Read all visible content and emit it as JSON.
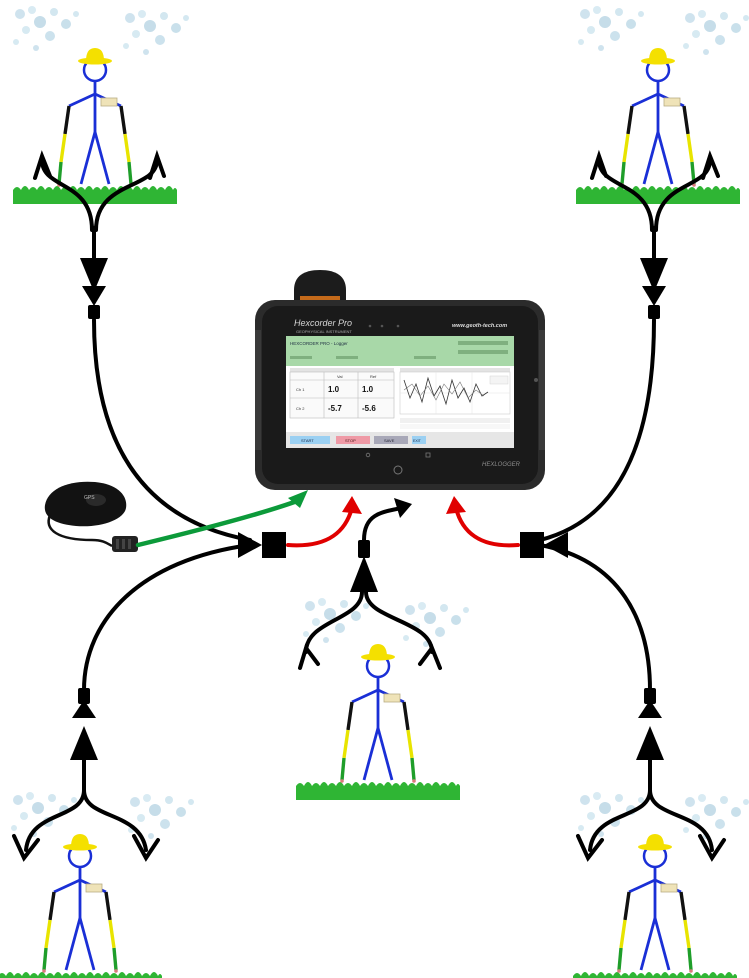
{
  "device": {
    "brand_title": "Hexcorder Pro",
    "brand_subtitle": "GEOPHYSICAL INSTRUMENT",
    "url": "www.geoth-tech.com",
    "bottom_logo": "HEXLOGGER",
    "screen": {
      "app_title": "HEXCORDER PRO - Logger",
      "table_col_a": "Val",
      "table_col_b": "Ref",
      "row1_label": "Ch 1",
      "row1_val": "1.0",
      "row1_ref": "1.0",
      "row2_label": "Ch 2",
      "row2_val": "-5.7",
      "row2_ref": "-5.6",
      "btn_start": "START",
      "btn_stop": "STOP",
      "btn_save": "SAVE",
      "btn_exit": "EXIT"
    }
  },
  "colors": {
    "figure_outline": "#1a2fd6",
    "hat": "#f4e000",
    "probe_yellow": "#e8e400",
    "probe_green": "#1f9e2a",
    "grass": "#2fb534",
    "red_link": "#e00000",
    "green_link": "#0c9a3a",
    "screen_header": "#a8d8a8"
  },
  "icons": {
    "surveyor": "surveyor-figure-icon",
    "gps": "gps-antenna-icon",
    "connector": "cable-connector-icon",
    "arrow": "arrowhead-icon"
  }
}
